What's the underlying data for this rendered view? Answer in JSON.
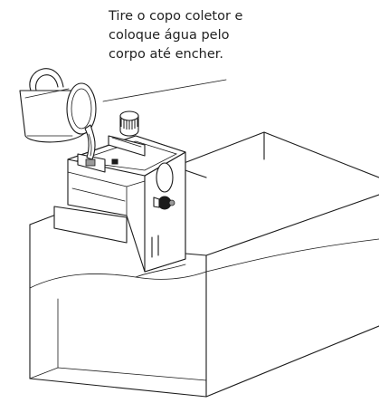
{
  "annotation": {
    "lines": [
      "Tire o copo coletor e",
      "coloque água pelo",
      "corpo até encher."
    ]
  }
}
